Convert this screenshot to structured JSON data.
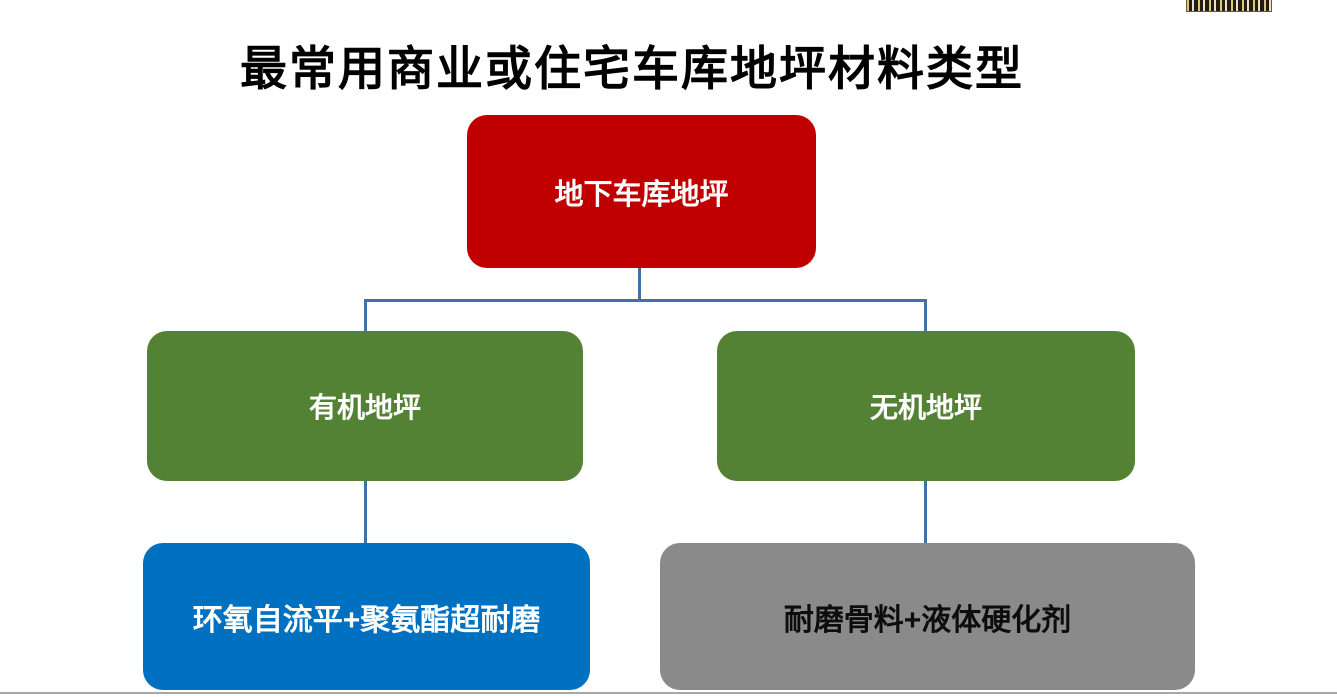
{
  "page": {
    "title": "最常用商业或住宅车库地坪材料类型",
    "background_color": "#FFFFFF",
    "bottom_rule_color": "#A8A8A8"
  },
  "chart_data": {
    "type": "diagram-flowchart",
    "title": "最常用商业或住宅车库地坪材料类型",
    "connector_color": "#4072A6",
    "nodes": {
      "root": {
        "label": "地下车库地坪",
        "color": "#C00000",
        "text_color": "#FFFFFF"
      },
      "organic": {
        "label": "有机地坪",
        "color": "#548235",
        "text_color": "#FFFFFF"
      },
      "inorganic": {
        "label": "无机地坪",
        "color": "#548235",
        "text_color": "#FFFFFF"
      },
      "organic_material": {
        "label": "环氧自流平+聚氨酯超耐磨",
        "color": "#0070C0",
        "text_color": "#FFFFFF"
      },
      "inorganic_material": {
        "label": "耐磨骨料+液体硬化剂",
        "color": "#8A8A8A",
        "text_color": "#0D0D0D"
      }
    },
    "edges": [
      [
        "地下车库地坪",
        "有机地坪"
      ],
      [
        "地下车库地坪",
        "无机地坪"
      ],
      [
        "有机地坪",
        "环氧自流平+聚氨酯超耐磨"
      ],
      [
        "无机地坪",
        "耐磨骨料+液体硬化剂"
      ]
    ]
  },
  "icons": {
    "watermark": "watermark-logo-badge"
  }
}
